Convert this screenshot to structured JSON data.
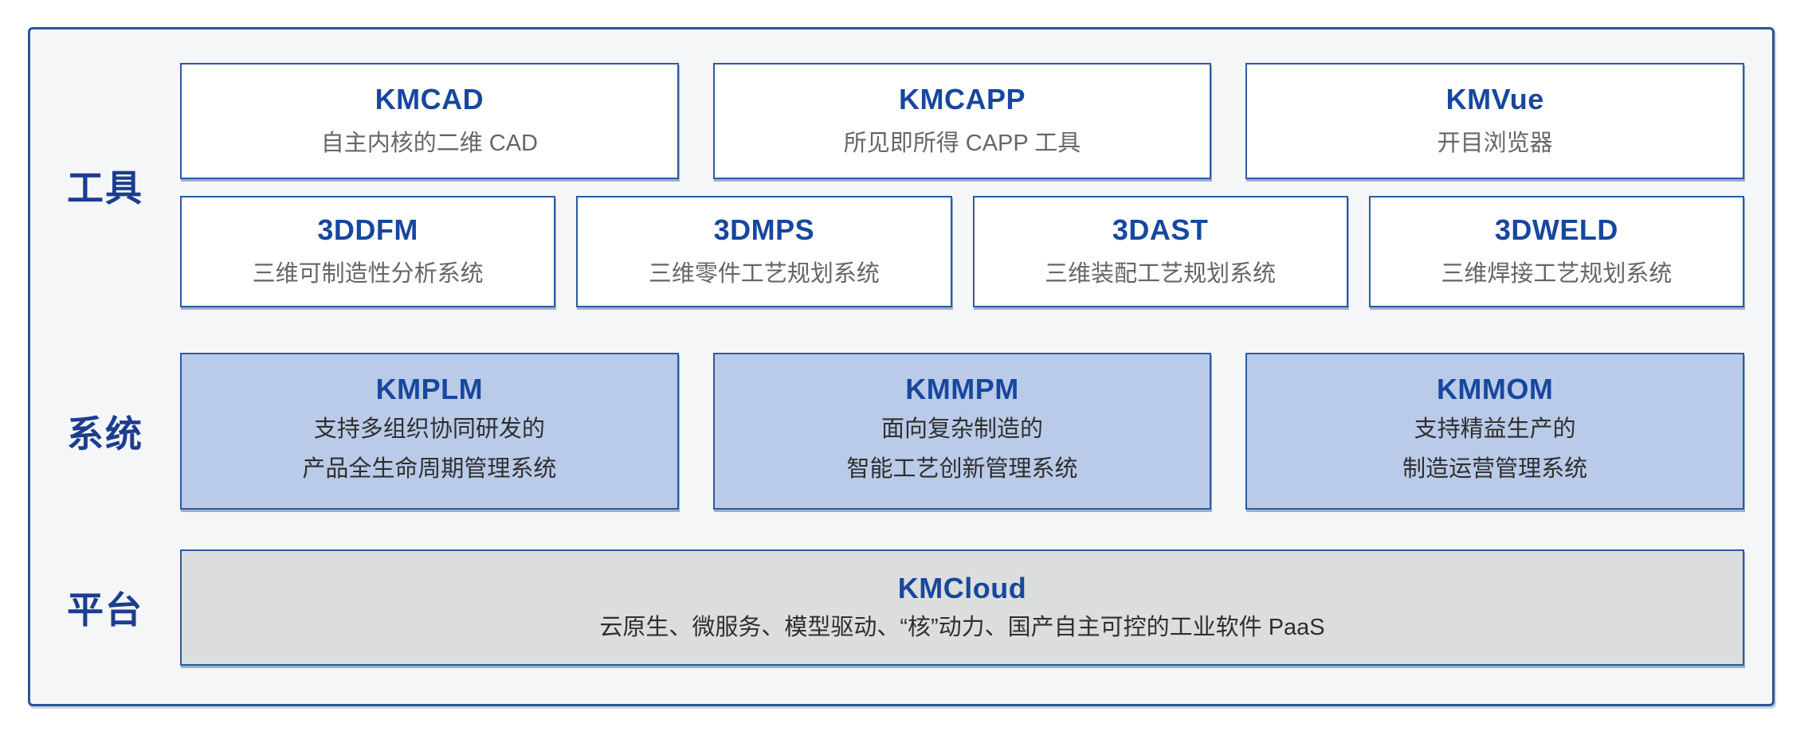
{
  "bands": {
    "tools": {
      "label": "工具",
      "row1": [
        {
          "title": "KMCAD",
          "subtitle": "自主内核的二维 CAD"
        },
        {
          "title": "KMCAPP",
          "subtitle": "所见即所得 CAPP 工具"
        },
        {
          "title": "KMVue",
          "subtitle": "开目浏览器"
        }
      ],
      "row2": [
        {
          "title": "3DDFM",
          "subtitle": "三维可制造性分析系统"
        },
        {
          "title": "3DMPS",
          "subtitle": "三维零件工艺规划系统"
        },
        {
          "title": "3DAST",
          "subtitle": "三维装配工艺规划系统"
        },
        {
          "title": "3DWELD",
          "subtitle": "三维焊接工艺规划系统"
        }
      ]
    },
    "systems": {
      "label": "系统",
      "row": [
        {
          "title": "KMPLM",
          "line1": "支持多组织协同研发的",
          "line2": "产品全生命周期管理系统"
        },
        {
          "title": "KMMPM",
          "line1": "面向复杂制造的",
          "line2": "智能工艺创新管理系统"
        },
        {
          "title": "KMMOM",
          "line1": "支持精益生产的",
          "line2": "制造运营管理系统"
        }
      ]
    },
    "platform": {
      "label": "平台",
      "row": [
        {
          "title": "KMCloud",
          "subtitle": "云原生、微服务、模型驱动、“核”动力、国产自主可控的工业软件 PaaS"
        }
      ]
    }
  },
  "colors": {
    "panel_border": "#2a5598",
    "panel_bg": "#f4f6f7",
    "box_border": "#2d5b9e",
    "title_blue": "#17479e",
    "band_label_blue": "#1c3d8f",
    "white_box_subtitle_gray": "#666666",
    "dark_subtitle": "#2f2f2f",
    "system_box_bg": "#b9cbe8",
    "platform_box_bg": "#dcdedd"
  }
}
